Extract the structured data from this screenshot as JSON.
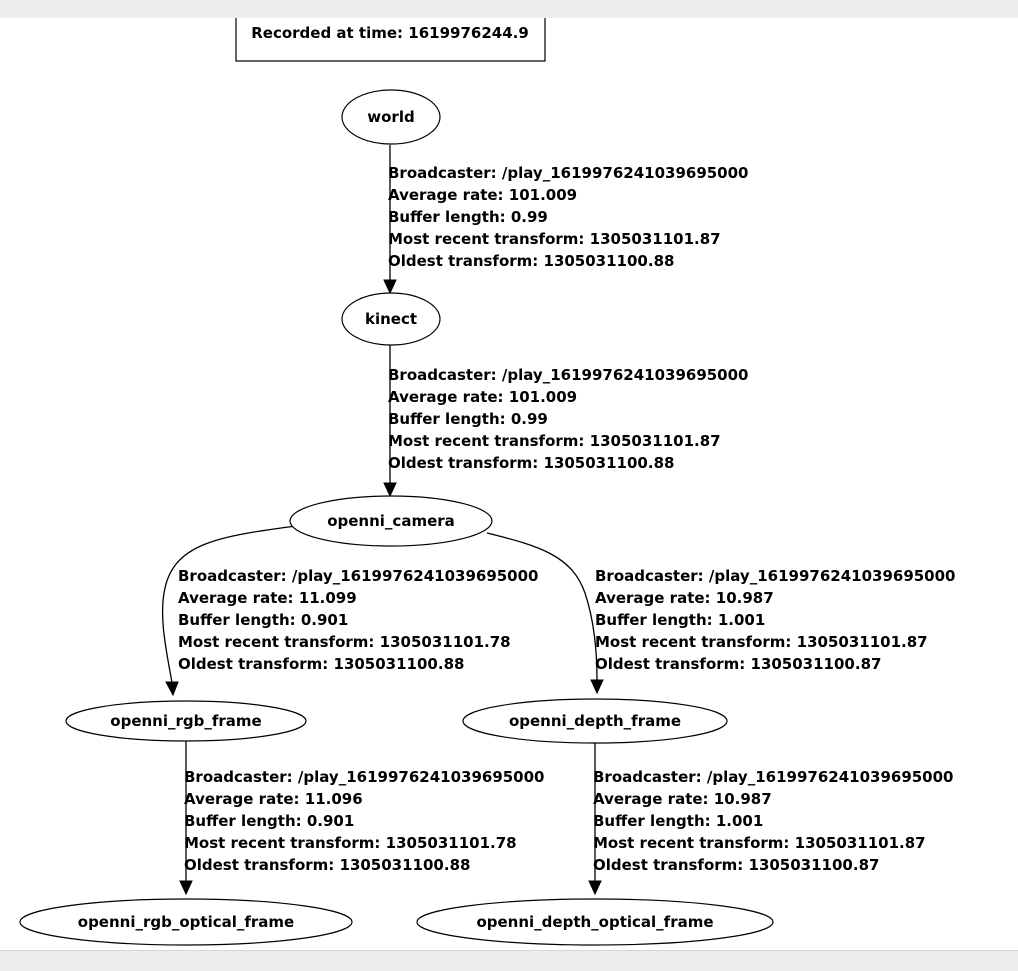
{
  "header": {
    "recorded_label": "Recorded at time: 1619976244.9"
  },
  "nodes": [
    {
      "id": "world",
      "label": "world"
    },
    {
      "id": "kinect",
      "label": "kinect"
    },
    {
      "id": "openni_camera",
      "label": "openni_camera"
    },
    {
      "id": "openni_rgb_frame",
      "label": "openni_rgb_frame"
    },
    {
      "id": "openni_depth_frame",
      "label": "openni_depth_frame"
    },
    {
      "id": "openni_rgb_optical_frame",
      "label": "openni_rgb_optical_frame"
    },
    {
      "id": "openni_depth_optical_frame",
      "label": "openni_depth_optical_frame"
    }
  ],
  "edges": [
    {
      "from": "world",
      "to": "kinect",
      "lines": [
        "Broadcaster: /play_1619976241039695000",
        "Average rate: 101.009",
        "Buffer length: 0.99",
        "Most recent transform: 1305031101.87",
        "Oldest transform: 1305031100.88"
      ]
    },
    {
      "from": "kinect",
      "to": "openni_camera",
      "lines": [
        "Broadcaster: /play_1619976241039695000",
        "Average rate: 101.009",
        "Buffer length: 0.99",
        "Most recent transform: 1305031101.87",
        "Oldest transform: 1305031100.88"
      ]
    },
    {
      "from": "openni_camera",
      "to": "openni_rgb_frame",
      "lines": [
        "Broadcaster: /play_1619976241039695000",
        "Average rate: 11.099",
        "Buffer length: 0.901",
        "Most recent transform: 1305031101.78",
        "Oldest transform: 1305031100.88"
      ]
    },
    {
      "from": "openni_camera",
      "to": "openni_depth_frame",
      "lines": [
        "Broadcaster: /play_1619976241039695000",
        "Average rate: 10.987",
        "Buffer length: 1.001",
        "Most recent transform: 1305031101.87",
        "Oldest transform: 1305031100.87"
      ]
    },
    {
      "from": "openni_rgb_frame",
      "to": "openni_rgb_optical_frame",
      "lines": [
        "Broadcaster: /play_1619976241039695000",
        "Average rate: 11.096",
        "Buffer length: 0.901",
        "Most recent transform: 1305031101.78",
        "Oldest transform: 1305031100.88"
      ]
    },
    {
      "from": "openni_depth_frame",
      "to": "openni_depth_optical_frame",
      "lines": [
        "Broadcaster: /play_1619976241039695000",
        "Average rate: 10.987",
        "Buffer length: 1.001",
        "Most recent transform: 1305031101.87",
        "Oldest transform: 1305031100.87"
      ]
    }
  ]
}
